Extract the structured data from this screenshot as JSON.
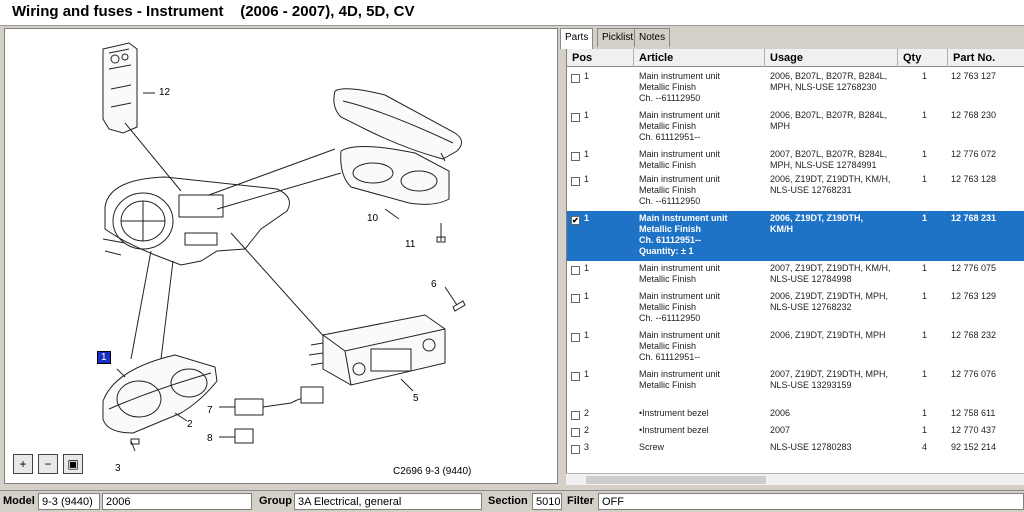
{
  "title": "Wiring and fuses - Instrument    (2006 - 2007), 4D, 5D, CV",
  "diagram": {
    "figure_code": "C2696 9-3 (9440)",
    "callouts": [
      "1",
      "2",
      "3",
      "5",
      "6",
      "7",
      "8",
      "10",
      "11",
      "12"
    ],
    "selected_callout": "1"
  },
  "zoom": {
    "in": "+",
    "out": "−",
    "fit": "▣"
  },
  "tabs": [
    "Parts",
    "Picklist",
    "Notes"
  ],
  "active_tab": "Parts",
  "table": {
    "headers": [
      "Pos",
      "Article",
      "Usage",
      "Qty",
      "Part No."
    ],
    "rows": [
      {
        "pos": "1",
        "article": "Main instrument unit\nMetallic Finish\nCh. --61112950",
        "usage": "2006, B207L, B207R, B284L,\nMPH, NLS-USE 12768230",
        "qty": "1",
        "part": "12 763 127",
        "checked": false,
        "selected": false
      },
      {
        "pos": "1",
        "article": "Main instrument unit\nMetallic Finish\nCh. 61112951--",
        "usage": "2006, B207L, B207R, B284L,\nMPH",
        "qty": "1",
        "part": "12 768 230",
        "checked": false,
        "selected": false
      },
      {
        "pos": "1",
        "article": "Main instrument unit\nMetallic Finish",
        "usage": "2007, B207L, B207R, B284L,\nMPH, NLS-USE 12784991",
        "qty": "1",
        "part": "12 776 072",
        "checked": false,
        "selected": false
      },
      {
        "pos": "1",
        "article": "Main instrument unit\nMetallic Finish\nCh. --61112950",
        "usage": "2006, Z19DT, Z19DTH, KM/H,\nNLS-USE 12768231",
        "qty": "1",
        "part": "12 763 128",
        "checked": false,
        "selected": false
      },
      {
        "pos": "1",
        "article": "Main instrument unit\nMetallic Finish\nCh. 61112951--\nQuantity: ± 1",
        "usage": "2006, Z19DT, Z19DTH,\nKM/H",
        "qty": "1",
        "part": "12 768 231",
        "checked": true,
        "selected": true
      },
      {
        "pos": "1",
        "article": "Main instrument unit\nMetallic Finish",
        "usage": "2007, Z19DT, Z19DTH, KM/H,\nNLS-USE 12784998",
        "qty": "1",
        "part": "12 776 075",
        "checked": false,
        "selected": false
      },
      {
        "pos": "1",
        "article": "Main instrument unit\nMetallic Finish\nCh. --61112950",
        "usage": "2006, Z19DT, Z19DTH, MPH,\nNLS-USE 12768232",
        "qty": "1",
        "part": "12 763 129",
        "checked": false,
        "selected": false
      },
      {
        "pos": "1",
        "article": "Main instrument unit\nMetallic Finish\nCh. 61112951--",
        "usage": "2006, Z19DT, Z19DTH, MPH",
        "qty": "1",
        "part": "12 768 232",
        "checked": false,
        "selected": false
      },
      {
        "pos": "1",
        "article": "Main instrument unit\nMetallic Finish",
        "usage": "2007, Z19DT, Z19DTH, MPH,\nNLS-USE 13293159",
        "qty": "1",
        "part": "12 776 076",
        "checked": false,
        "selected": false
      },
      {
        "pos": "2",
        "article": "•Instrument bezel",
        "usage": "2006",
        "qty": "1",
        "part": "12 758 611",
        "checked": false,
        "selected": false
      },
      {
        "pos": "2",
        "article": "•Instrument bezel",
        "usage": "2007",
        "qty": "1",
        "part": "12 770 437",
        "checked": false,
        "selected": false
      },
      {
        "pos": "3",
        "article": "Screw",
        "usage": "NLS-USE 12780283",
        "qty": "4",
        "part": "92 152 214",
        "checked": false,
        "selected": false
      }
    ]
  },
  "status": {
    "model_label": "Model",
    "model_value": "9-3 (9440)",
    "year_value": "2006",
    "group_label": "Group",
    "group_value": "3A Electrical, general",
    "section_label": "Section",
    "section_value": "5010",
    "filter_label": "Filter",
    "filter_value": "OFF"
  }
}
